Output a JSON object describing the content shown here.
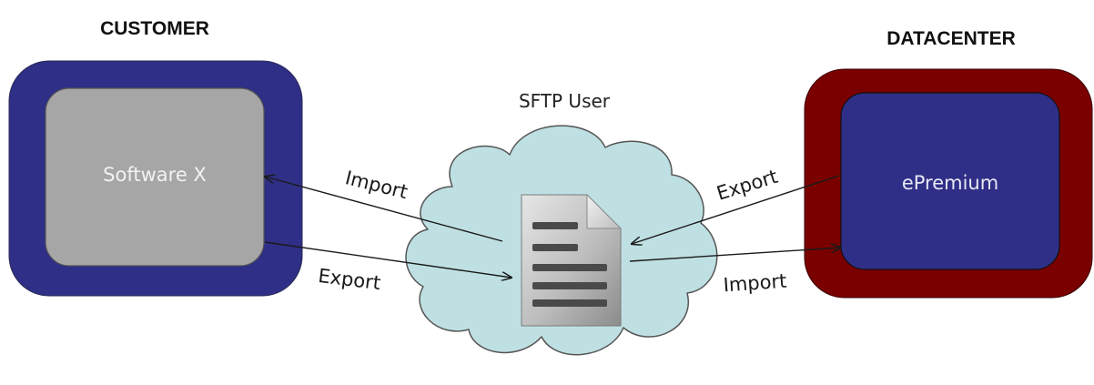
{
  "customer": {
    "title": "CUSTOMER",
    "software_label": "Software X"
  },
  "datacenter": {
    "title": "DATACENTER",
    "app_label": "ePremium"
  },
  "cloud": {
    "title": "SFTP User",
    "icon": "document-icon"
  },
  "arrows": {
    "left_top": "Import",
    "left_bottom": "Export",
    "right_top": "Export",
    "right_bottom": "Import"
  },
  "colors": {
    "customer_outer": "#2f2f87",
    "customer_inner": "#a6a6a6",
    "datacenter_outer": "#7a0000",
    "datacenter_inner": "#2f2f87",
    "cloud_fill": "#bfe0e3",
    "cloud_stroke": "#555555"
  }
}
